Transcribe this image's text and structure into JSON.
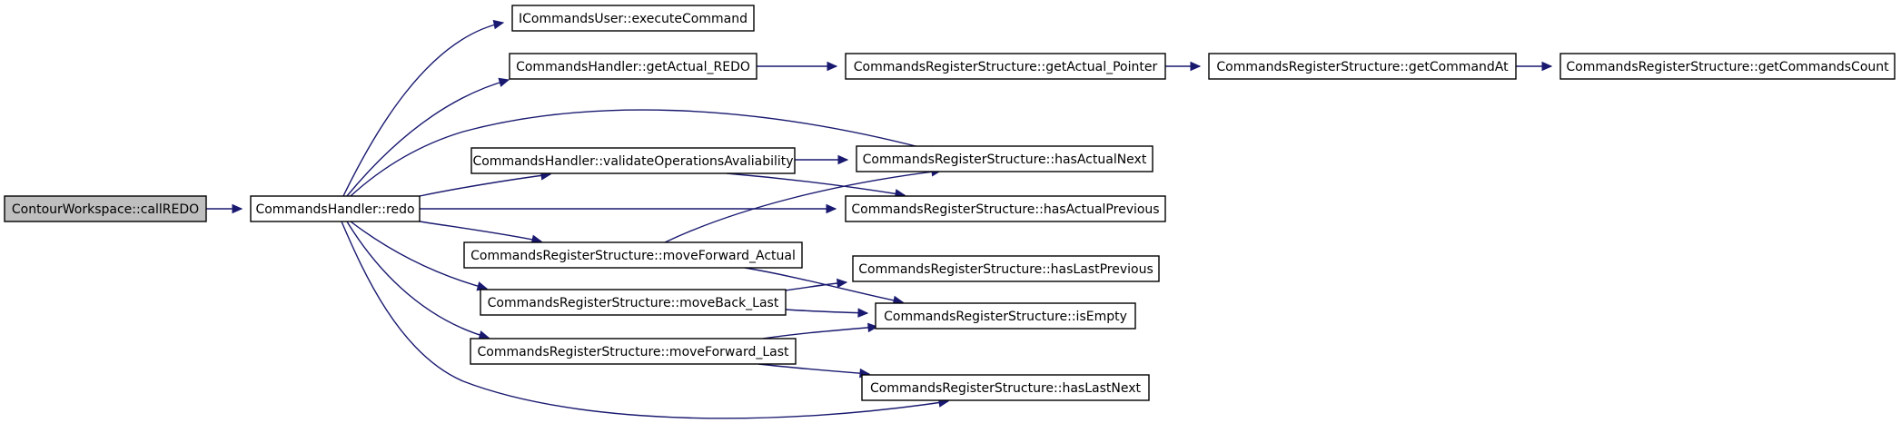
{
  "diagram": {
    "type": "call-graph",
    "nodes": [
      {
        "id": "root",
        "label": "ContourWorkspace::callREDO",
        "highlighted": true
      },
      {
        "id": "redo",
        "label": "CommandsHandler::redo"
      },
      {
        "id": "execCmd",
        "label": "ICommandsUser::executeCommand"
      },
      {
        "id": "getActualRedo",
        "label": "CommandsHandler::getActual_REDO"
      },
      {
        "id": "validateOps",
        "label": "CommandsHandler::validateOperationsAvaliability"
      },
      {
        "id": "moveForwardActual",
        "label": "CommandsRegisterStructure::moveForward_Actual"
      },
      {
        "id": "moveBackLast",
        "label": "CommandsRegisterStructure::moveBack_Last"
      },
      {
        "id": "moveForwardLast",
        "label": "CommandsRegisterStructure::moveForward_Last"
      },
      {
        "id": "getActualPointer",
        "label": "CommandsRegisterStructure::getActual_Pointer"
      },
      {
        "id": "hasActualNext",
        "label": "CommandsRegisterStructure::hasActualNext"
      },
      {
        "id": "hasActualPrevious",
        "label": "CommandsRegisterStructure::hasActualPrevious"
      },
      {
        "id": "hasLastPrevious",
        "label": "CommandsRegisterStructure::hasLastPrevious"
      },
      {
        "id": "isEmpty",
        "label": "CommandsRegisterStructure::isEmpty"
      },
      {
        "id": "hasLastNext",
        "label": "CommandsRegisterStructure::hasLastNext"
      },
      {
        "id": "getCommandAt",
        "label": "CommandsRegisterStructure::getCommandAt"
      },
      {
        "id": "getCommandsCount",
        "label": "CommandsRegisterStructure::getCommandsCount"
      }
    ],
    "edges": [
      {
        "from": "root",
        "to": "redo"
      },
      {
        "from": "redo",
        "to": "execCmd"
      },
      {
        "from": "redo",
        "to": "getActualRedo"
      },
      {
        "from": "redo",
        "to": "hasActualNext"
      },
      {
        "from": "redo",
        "to": "validateOps"
      },
      {
        "from": "redo",
        "to": "hasActualPrevious"
      },
      {
        "from": "redo",
        "to": "moveForwardActual"
      },
      {
        "from": "redo",
        "to": "moveBackLast"
      },
      {
        "from": "redo",
        "to": "moveForwardLast"
      },
      {
        "from": "redo",
        "to": "hasLastNext"
      },
      {
        "from": "getActualRedo",
        "to": "getActualPointer"
      },
      {
        "from": "getActualPointer",
        "to": "getCommandAt"
      },
      {
        "from": "getCommandAt",
        "to": "getCommandsCount"
      },
      {
        "from": "validateOps",
        "to": "hasActualNext"
      },
      {
        "from": "validateOps",
        "to": "hasActualPrevious"
      },
      {
        "from": "moveForwardActual",
        "to": "hasActualNext"
      },
      {
        "from": "moveForwardActual",
        "to": "isEmpty"
      },
      {
        "from": "moveBackLast",
        "to": "hasLastPrevious"
      },
      {
        "from": "moveBackLast",
        "to": "isEmpty"
      },
      {
        "from": "moveForwardLast",
        "to": "isEmpty"
      },
      {
        "from": "moveForwardLast",
        "to": "hasLastNext"
      }
    ]
  }
}
